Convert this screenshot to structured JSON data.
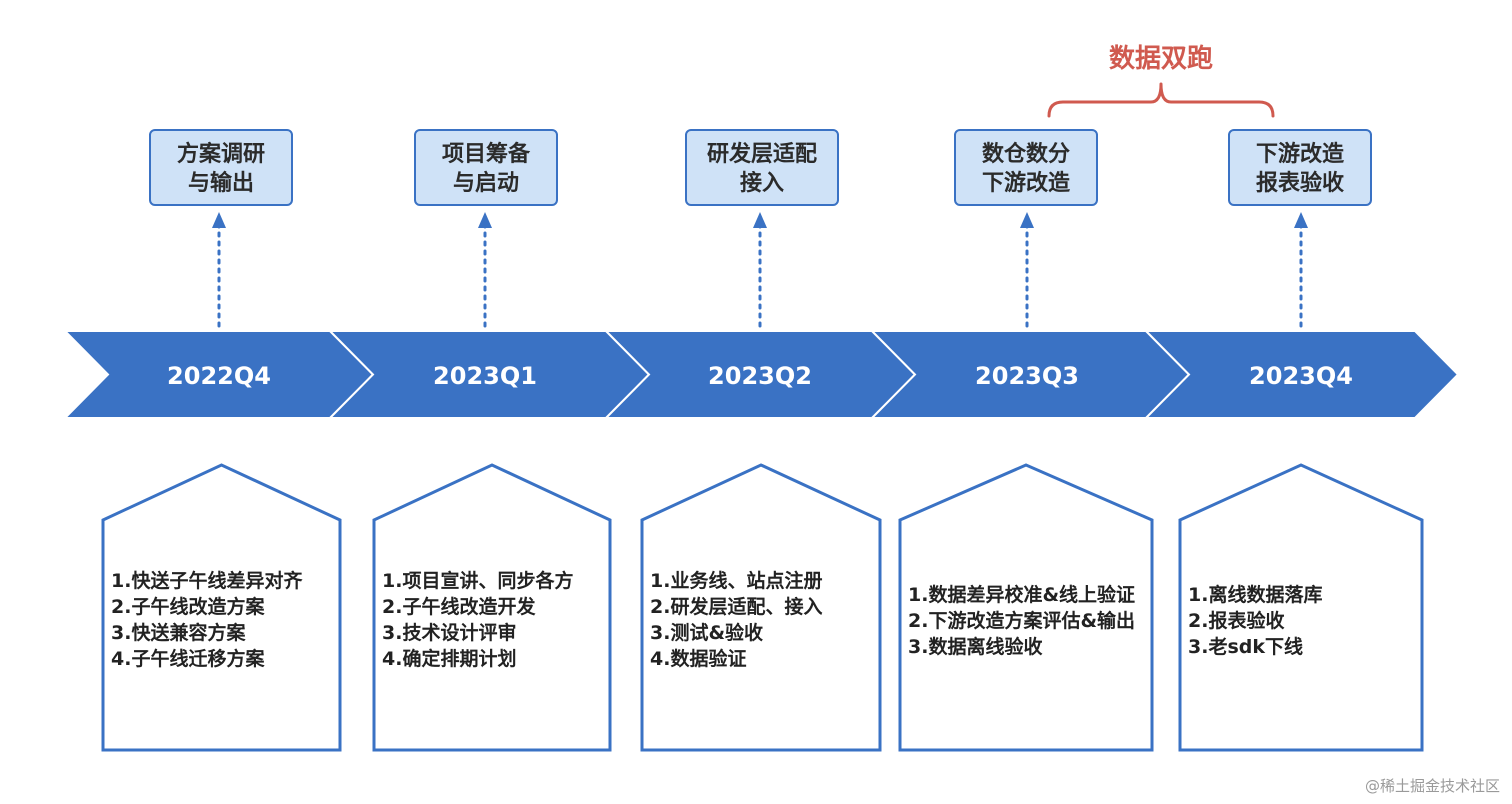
{
  "colors": {
    "arrow_fill": "#3a72c4",
    "top_box_fill": "#cfe2f7",
    "top_box_stroke": "#3a72c4",
    "connector": "#3a72c4",
    "house_stroke": "#3a72c4",
    "group_accent": "#d05a4f"
  },
  "group": {
    "title": "数据双跑"
  },
  "stages": [
    {
      "quarter": "2022Q4",
      "top_label": [
        "方案调研",
        "与输出"
      ],
      "details": [
        "1.快送子午线差异对齐",
        "2.子午线改造方案",
        "3.快送兼容方案",
        "4.子午线迁移方案"
      ]
    },
    {
      "quarter": "2023Q1",
      "top_label": [
        "项目筹备",
        "与启动"
      ],
      "details": [
        "1.项目宣讲、同步各方",
        "2.子午线改造开发",
        "3.技术设计评审",
        "4.确定排期计划"
      ]
    },
    {
      "quarter": "2023Q2",
      "top_label": [
        "研发层适配",
        "接入"
      ],
      "details": [
        "1.业务线、站点注册",
        "2.研发层适配、接入",
        "3.测试&验收",
        "4.数据验证"
      ]
    },
    {
      "quarter": "2023Q3",
      "top_label": [
        "数仓数分",
        "下游改造"
      ],
      "details": [
        "1.数据差异校准&线上验证",
        "2.下游改造方案评估&输出",
        "3.数据离线验收"
      ]
    },
    {
      "quarter": "2023Q4",
      "top_label": [
        "下游改造",
        "报表验收"
      ],
      "details": [
        "1.离线数据落库",
        "2.报表验收",
        "3.老sdk下线"
      ]
    }
  ],
  "watermark": "@稀土掘金技术社区"
}
